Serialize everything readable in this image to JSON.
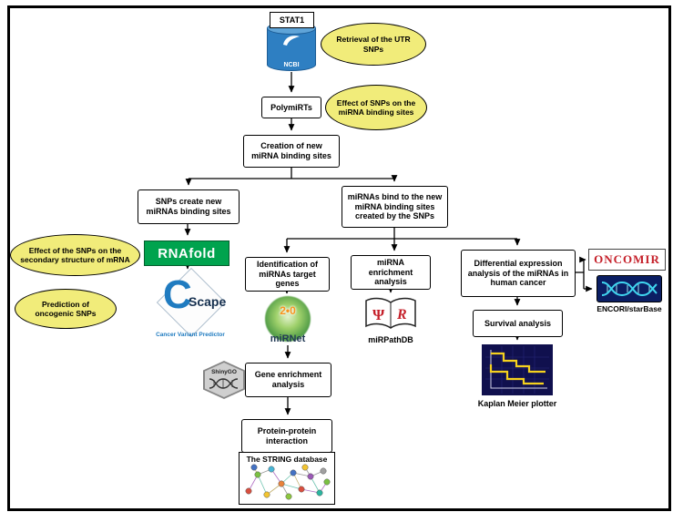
{
  "nodes": {
    "stat1": "STAT1",
    "ncbi": "NCBI",
    "retrieval": "Retrieval of the UTR SNPs",
    "polymirts": "PolymiRTs",
    "effect_binding": "Effect of SNPs on the miRNA binding sites",
    "creation": "Creation of new miRNA binding sites",
    "snps_create": "SNPs create new miRNAs binding sites",
    "mirnas_bind": "miRNAs bind to the new miRNA binding sites created by the SNPs",
    "effect_secondary": "Effect of the SNPs on the secondary structure of mRNA",
    "prediction": "Prediction of oncogenic SNPs",
    "identification": "Identification of miRNAs target genes",
    "enrichment": "miRNA enrichment analysis",
    "differential": "Differential expression analysis of the miRNAs in human cancer",
    "survival": "Survival analysis",
    "gene_enrichment": "Gene enrichment analysis",
    "ppi": "Protein-protein interaction",
    "string": "The STRING database"
  },
  "logos": {
    "rnafold": "RNAfold",
    "cscape_c": "C",
    "cscape_scape": "Scape",
    "cscape_tagline": "Cancer Variant Predictor",
    "mirnet_version": "2•0",
    "mirnet_name": "miRNet",
    "mirpathdb": "miRPathDB",
    "book_glyph_left": "Ψ",
    "book_glyph_right": "R",
    "oncomir": "ONCOMIR",
    "encori": "ENCORI/starBase",
    "kaplan": "Kaplan Meier plotter",
    "shinygo": "ShinyGO"
  },
  "colors": {
    "ellipse_yellow": "#f1ec7a",
    "ncbi_blue": "#2e7fc2",
    "rnafold_green": "#00a34e",
    "cscape_blue": "#1f7bc0",
    "oncomir_red": "#c5202a",
    "encori_navy": "#0b1e63",
    "kaplan_navy": "#10104e",
    "mirnet_orange": "#f7941d"
  }
}
